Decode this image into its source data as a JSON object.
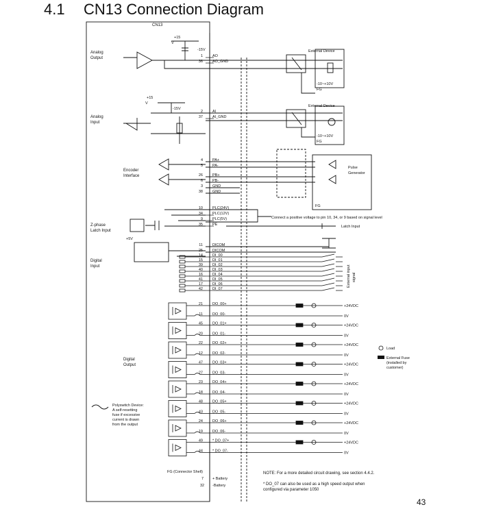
{
  "title": {
    "number": "4.1",
    "text": "CN13 Connection Diagram"
  },
  "connector_label": "CN13",
  "sections": {
    "analog_output": [
      "Analog",
      "Output"
    ],
    "analog_input": [
      "Analog",
      "Input"
    ],
    "encoder": [
      "Encoder",
      "Interface"
    ],
    "zphase": [
      "Z-phase",
      "Latch Input"
    ],
    "digital_input": [
      "Digital",
      "Input"
    ],
    "digital_output": [
      "Digital",
      "Output"
    ]
  },
  "supply": {
    "p15": "+15",
    "m15": "-15V",
    "v": "V",
    "p5": "+5V"
  },
  "ext_device": "External Device",
  "range": "-10~+10V",
  "fg": "FG",
  "pulse_gen": [
    "Pulse",
    "Generator"
  ],
  "latch_input": "Latch Input",
  "connect_note": "Connect a positive voltage to pin 10, 34, or 9 based on signal level",
  "ext_signal": [
    "External input",
    "signal"
  ],
  "pins_top": [
    {
      "num": "1",
      "name": "AO"
    },
    {
      "num": "36",
      "name": "AO_GND"
    },
    {
      "num": "2",
      "name": "AI"
    },
    {
      "num": "37",
      "name": "AI_GND"
    },
    {
      "num": "4",
      "name": "PA+"
    },
    {
      "num": "5",
      "name": "PA-"
    },
    {
      "num": "26",
      "name": "PB+"
    },
    {
      "num": "6",
      "name": "PB-"
    },
    {
      "num": "3",
      "name": "GND"
    },
    {
      "num": "38",
      "name": "GND"
    },
    {
      "num": "10",
      "name": "PLC(24V)"
    },
    {
      "num": "34",
      "name": "PLC(12V)"
    },
    {
      "num": "9",
      "name": "PLC(5V)"
    },
    {
      "num": "35",
      "name": "PE"
    },
    {
      "num": "11",
      "name": "DICOM"
    },
    {
      "num": "25",
      "name": "DICOM"
    },
    {
      "num": "14",
      "name": "DI_00"
    },
    {
      "num": "15",
      "name": "DI_01"
    },
    {
      "num": "39",
      "name": "DI_02"
    },
    {
      "num": "40",
      "name": "DI_03"
    },
    {
      "num": "16",
      "name": "DI_04"
    },
    {
      "num": "41",
      "name": "DI_05"
    },
    {
      "num": "17",
      "name": "DI_06"
    },
    {
      "num": "42",
      "name": "DI_07"
    }
  ],
  "do_pins": [
    {
      "num": "21",
      "name": "DO_00+"
    },
    {
      "num": "11",
      "name": "DO_00-"
    },
    {
      "num": "45",
      "name": "DO_01+"
    },
    {
      "num": "20",
      "name": "DO_01-"
    },
    {
      "num": "22",
      "name": "DO_02+"
    },
    {
      "num": "12",
      "name": "DO_02-"
    },
    {
      "num": "47",
      "name": "DO_03+"
    },
    {
      "num": "27",
      "name": "DO_03-"
    },
    {
      "num": "23",
      "name": "DO_04+"
    },
    {
      "num": "18",
      "name": "DO_04-"
    },
    {
      "num": "48",
      "name": "DO_05+"
    },
    {
      "num": "43",
      "name": "DO_05-"
    },
    {
      "num": "24",
      "name": "DO_06+"
    },
    {
      "num": "19",
      "name": "DO_06-"
    },
    {
      "num": "49",
      "name": "* DO_07+"
    },
    {
      "num": "44",
      "name": "* DO_07-"
    }
  ],
  "vdc": "+24VDC",
  "zero_v": "0V",
  "legend": {
    "load": "Load",
    "fuse": [
      "External Fuse",
      "(installed by",
      "customer)"
    ]
  },
  "polyswitch": [
    "Polyswitch Device:",
    "A self-resetting",
    "fuse if excessive",
    "current is drawn",
    "from the output"
  ],
  "fg_shell": "FG (Connector Shell)",
  "battery_pins": [
    {
      "num": "7",
      "name": "+ Battery"
    },
    {
      "num": "32",
      "name": "-Battery"
    }
  ],
  "notes": {
    "note1": "NOTE:  For a more detailed circuit drawing, see section 4.4.2.",
    "note2a": "* DO_07 can also be used as a high speed output when",
    "note2b": "configured via parameter 1050"
  },
  "page_number": "43"
}
